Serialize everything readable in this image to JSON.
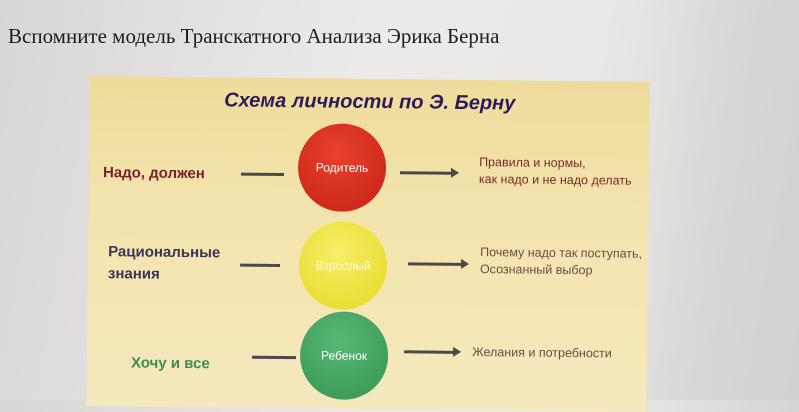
{
  "slide": {
    "title": "Вспомните модель Транскатного Анализа Эрика Берна"
  },
  "diagram": {
    "title": "Схема личности по Э. Берну",
    "rows": [
      {
        "left_label": "Надо, должен",
        "circle_label": "Родитель",
        "circle_color": "#d8321f",
        "right_text": [
          "Правила и нормы,",
          "как надо и не надо делать"
        ]
      },
      {
        "left_label": [
          "Рациональные",
          "знания"
        ],
        "circle_label": "Взрослый",
        "circle_color": "#eee34a",
        "right_text": [
          "Почему надо так поступать,",
          "Осознанный выбор"
        ]
      },
      {
        "left_label": "Хочу и все",
        "circle_label": "Ребенок",
        "circle_color": "#4aab66",
        "right_text": [
          "Желания и потребности"
        ]
      }
    ]
  }
}
